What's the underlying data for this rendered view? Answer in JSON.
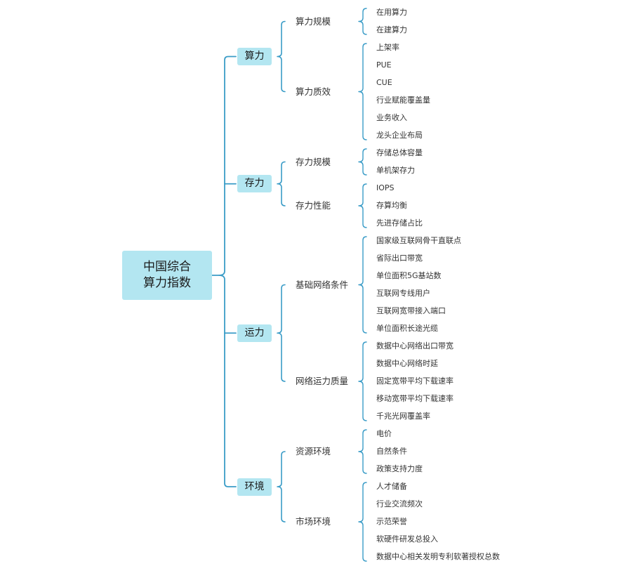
{
  "colors": {
    "node_fill": "#b3e6f1",
    "connector": "#3a9cc7",
    "text": "#333333"
  },
  "root": {
    "line1": "中国综合",
    "line2": "算力指数"
  },
  "branches": [
    {
      "label": "算力",
      "children": [
        {
          "label": "算力规模",
          "leaves": [
            "在用算力",
            "在建算力"
          ]
        },
        {
          "label": "算力质效",
          "leaves": [
            "上架率",
            "PUE",
            "CUE",
            "行业赋能覆盖量",
            "业务收入",
            "龙头企业布局"
          ]
        }
      ]
    },
    {
      "label": "存力",
      "children": [
        {
          "label": "存力规模",
          "leaves": [
            "存储总体容量",
            "单机架存力"
          ]
        },
        {
          "label": "存力性能",
          "leaves": [
            "IOPS",
            "存算均衡",
            "先进存储占比"
          ]
        }
      ]
    },
    {
      "label": "运力",
      "children": [
        {
          "label": "基础网络条件",
          "leaves": [
            "国家级互联网骨干直联点",
            "省际出口带宽",
            "单位面积5G基站数",
            "互联网专线用户",
            "互联网宽带接入端口",
            "单位面积长途光缆"
          ]
        },
        {
          "label": "网络运力质量",
          "leaves": [
            "数据中心网络出口带宽",
            "数据中心网络时延",
            "固定宽带平均下载速率",
            "移动宽带平均下载速率",
            "千兆光网覆盖率"
          ]
        }
      ]
    },
    {
      "label": "环境",
      "children": [
        {
          "label": "资源环境",
          "leaves": [
            "电价",
            "自然条件",
            "政策支持力度"
          ]
        },
        {
          "label": "市场环境",
          "leaves": [
            "人才储备",
            "行业交流频次",
            "示范荣誉",
            "软硬件研发总投入",
            "数据中心相关发明专利软著授权总数"
          ]
        }
      ]
    }
  ]
}
